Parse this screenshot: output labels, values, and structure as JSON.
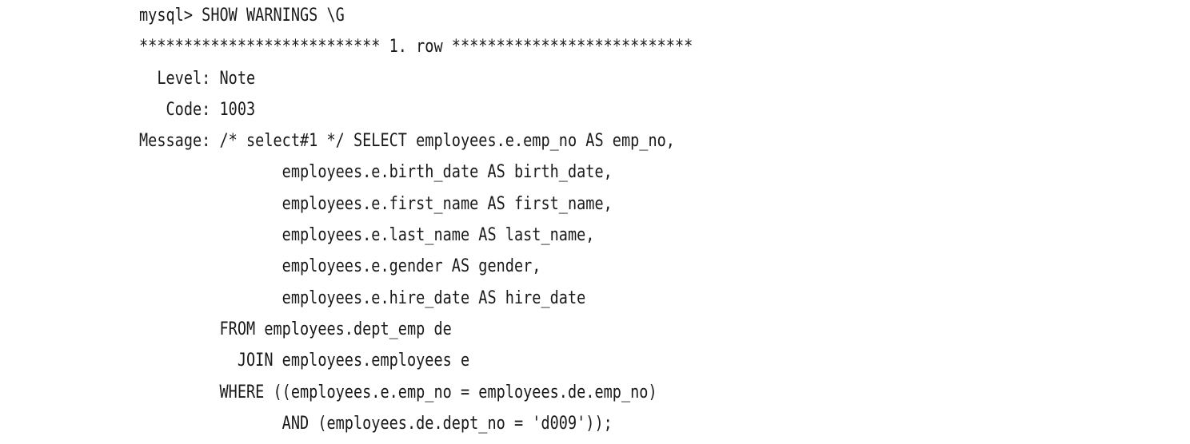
{
  "app": {
    "type": "mysql-terminal",
    "background_color": "#ffffff",
    "text_color": "#1a1a1a"
  },
  "terminal": {
    "prompt": "mysql>",
    "command": "SHOW WARNINGS \\G",
    "row_separator": "*************************** 1. row ***************************",
    "row_number": "1",
    "fields": {
      "level_label": "Level:",
      "level_value": "Note",
      "code_label": "Code:",
      "code_value": "1003",
      "message_label": "Message:"
    },
    "lines": [
      {
        "name": "prompt-line",
        "text": "mysql> SHOW WARNINGS \\G"
      },
      {
        "name": "row-separator",
        "text": "*************************** 1. row ***************************"
      },
      {
        "name": "level-line",
        "text": "  Level: Note"
      },
      {
        "name": "code-line",
        "text": "   Code: 1003"
      },
      {
        "name": "message-line-1",
        "text": "Message: /* select#1 */ SELECT employees.e.emp_no AS emp_no,"
      },
      {
        "name": "message-line-2",
        "text": "                employees.e.birth_date AS birth_date,"
      },
      {
        "name": "message-line-3",
        "text": "                employees.e.first_name AS first_name,"
      },
      {
        "name": "message-line-4",
        "text": "                employees.e.last_name AS last_name,"
      },
      {
        "name": "message-line-5",
        "text": "                employees.e.gender AS gender,"
      },
      {
        "name": "message-line-6",
        "text": "                employees.e.hire_date AS hire_date"
      },
      {
        "name": "message-line-7",
        "text": "         FROM employees.dept_emp de"
      },
      {
        "name": "message-line-8",
        "text": "           JOIN employees.employees e"
      },
      {
        "name": "message-line-9",
        "text": "         WHERE ((employees.e.emp_no = employees.de.emp_no)"
      },
      {
        "name": "message-line-10",
        "text": "                AND (employees.de.dept_no = 'd009'));"
      }
    ]
  }
}
